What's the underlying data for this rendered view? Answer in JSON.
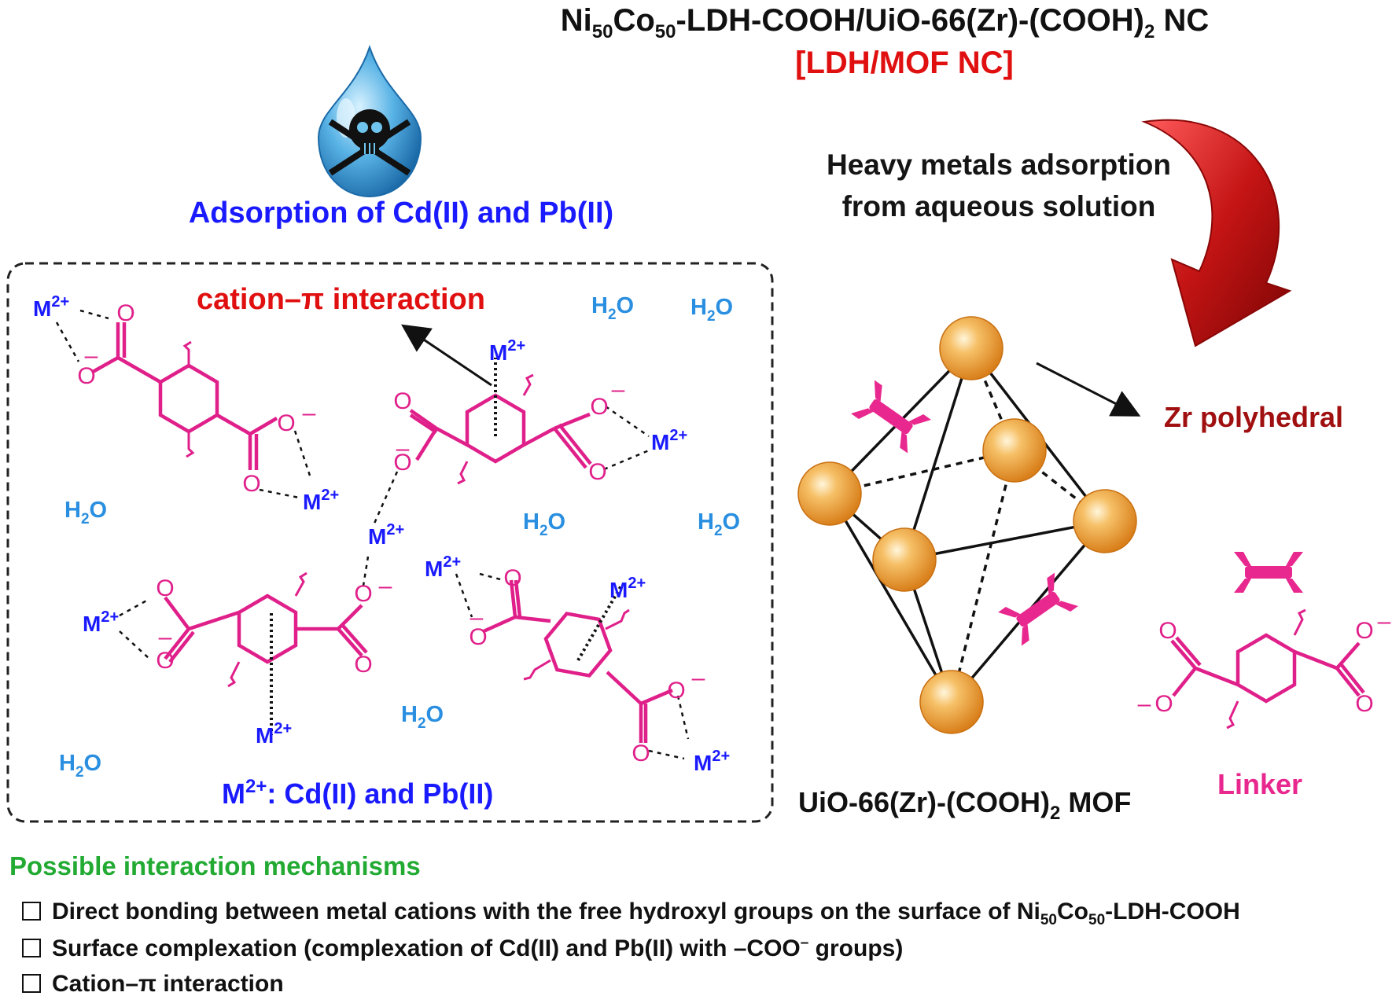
{
  "title": {
    "prefix": "Ni",
    "sub1": "50",
    "mid": "Co",
    "sub2": "50",
    "rest": "-LDH-COOH/UiO-66(Zr)-(COOH)",
    "sub3": "2",
    "suffix": " NC"
  },
  "subtitle": "[LDH/MOF NC]",
  "adsorption_label": "Adsorption of Cd(II) and Pb(II)",
  "process_label": {
    "line1": "Heavy metals adsorption",
    "line2": "from aqueous solution"
  },
  "box": {
    "cation_pi_label": "cation–π interaction",
    "metal_label": "M",
    "metal_charge": "2+",
    "water_label": "H",
    "water_sub": "2",
    "water_tail": "O",
    "oxygen": "O",
    "negative": "–",
    "legend": {
      "m": "M",
      "charge": "2+",
      "text": ": Cd(II) and Pb(II)"
    }
  },
  "mof": {
    "zr_label": "Zr polyhedral",
    "caption_main": "UiO-66(Zr)-(COOH)",
    "caption_sub": "2",
    "caption_tail": " MOF",
    "linker_label": "Linker"
  },
  "mechanisms": {
    "heading": "Possible interaction mechanisms",
    "items": [
      {
        "pre": "Direct bonding between metal cations with the free hydroxyl groups on the surface of Ni",
        "s1": "50",
        "mid": "Co",
        "s2": "50",
        "post": "-LDH-COOH"
      },
      {
        "pre": "Surface complexation (complexation of Cd(II) and Pb(II) with –COO",
        "s1": "",
        "mid": "",
        "s2": "",
        "post": " groups)"
      },
      {
        "pre": "Cation–π interaction",
        "s1": "",
        "mid": "",
        "s2": "",
        "post": ""
      }
    ]
  },
  "colors": {
    "molecule": "#e0208a",
    "metal": "#1a1aff",
    "water": "#2a8fe0",
    "sphere": "#f0a030",
    "arrow": "#b01010"
  }
}
